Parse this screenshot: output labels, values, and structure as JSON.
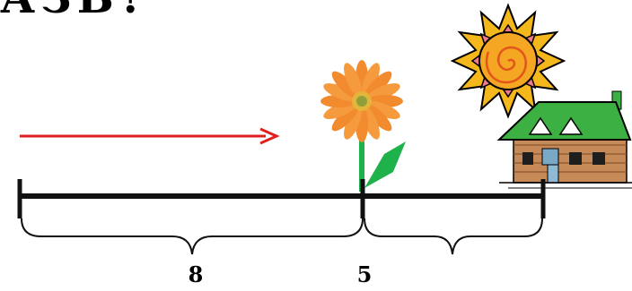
{
  "heading": {
    "visible_text": "АЗБ?"
  },
  "number_line": {
    "segment_left_label": "8",
    "segment_right_label": "5"
  },
  "icons": [
    "direction-arrow-icon",
    "flower-icon",
    "sun-icon",
    "house-icon"
  ],
  "colors": {
    "arrow": "#e02020",
    "line": "#111111",
    "petal": "#f28a2e",
    "stem": "#1fb24a",
    "sun_rays": "#f5b81c",
    "roof": "#3cb043",
    "wood": "#c58a57"
  }
}
